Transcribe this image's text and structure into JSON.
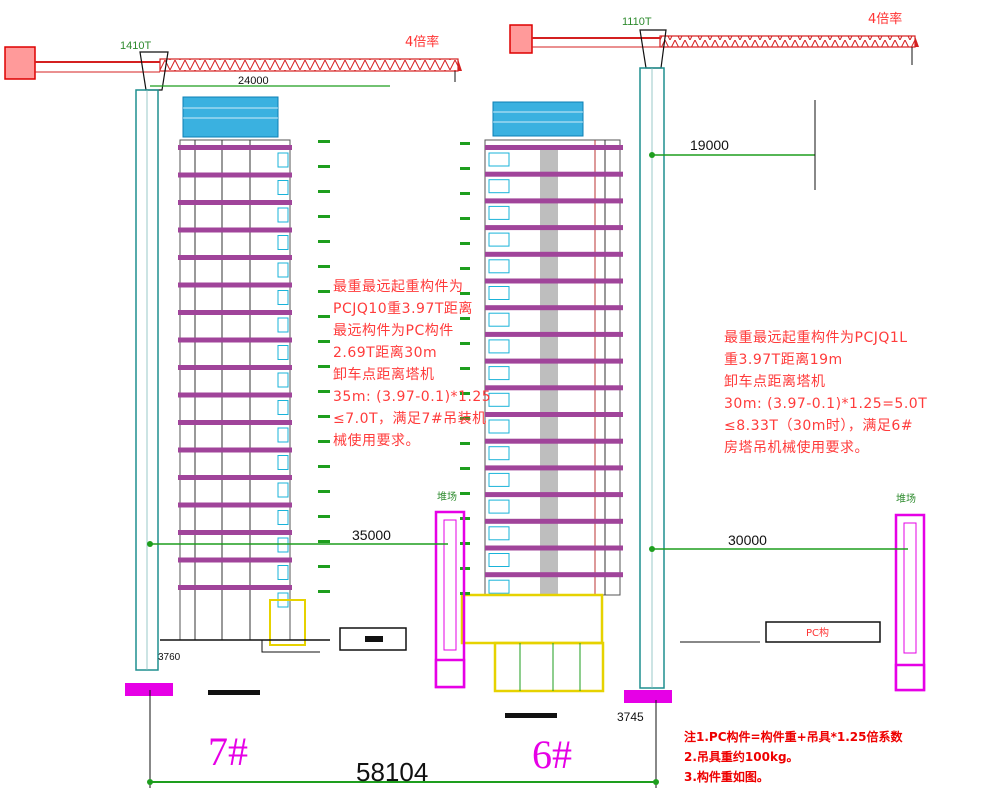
{
  "cranes": {
    "left": {
      "model": "1410T",
      "ratio": "4倍率"
    },
    "right": {
      "model": "1110T",
      "ratio": "4倍率"
    }
  },
  "buildings": {
    "left": {
      "label": "7#"
    },
    "right": {
      "label": "6#"
    }
  },
  "dimensions": {
    "top_left": "24000",
    "top_right": "19000",
    "mid_left": "35000",
    "mid_right": "30000",
    "total": "58104",
    "small_left": "3760",
    "small_right": "3745"
  },
  "notes": {
    "left": "最重最远起重构件为\nPCJQ10重3.97T距离\n最远构件为PC构件\n2.69T距离30m\n卸车点距离塔机\n35m: (3.97-0.1)*1.25\n≤7.0T，满足7#吊装机\n械使用要求。",
    "right": "最重最远起重构件为PCJQ1L\n重3.97T距离19m\n卸车点距离塔机\n30m: (3.97-0.1)*1.25=5.0T\n≤8.33T（30m时），满足6#\n房塔吊机械使用要求。",
    "bottom": "注1.PC构件=构件重+吊具*1.25倍系数\n2.吊具重约100kg。\n3.构件重如图。",
    "box_right": "PC构",
    "vertical_left": "堆场",
    "vertical_right": "堆场"
  },
  "colors": {
    "crane": "#e00000",
    "mast": "#1f8f8f",
    "floor": "#a0449a",
    "green": "#1e9e1e",
    "cyan": "#19b3d9",
    "magenta": "#e600e6",
    "yellow": "#e6d200"
  }
}
